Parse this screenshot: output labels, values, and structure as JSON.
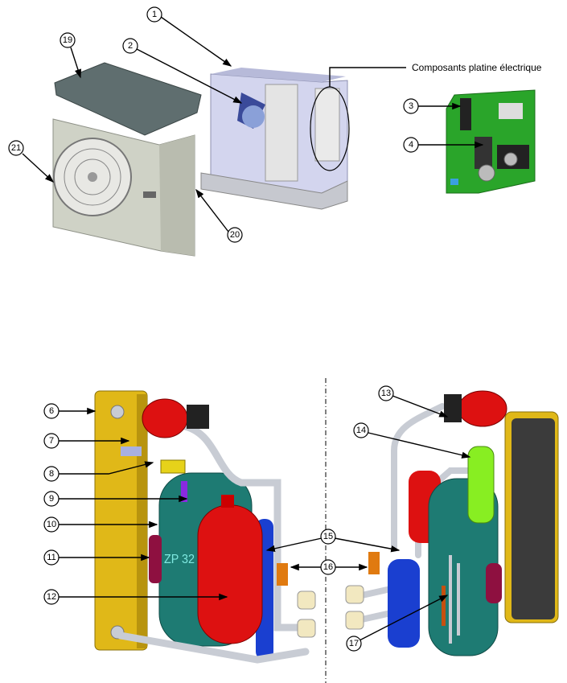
{
  "title": "Composants platine électrique",
  "callouts": {
    "c1": "1",
    "c2": "2",
    "c3": "3",
    "c4": "4",
    "c6": "6",
    "c7": "7",
    "c8": "8",
    "c9": "9",
    "c10": "10",
    "c11": "11",
    "c12": "12",
    "c13": "13",
    "c14": "14",
    "c15": "15",
    "c16": "16",
    "c17": "17",
    "c19": "19",
    "c20": "20",
    "c21": "21"
  },
  "compressor_marking": "ZP 32",
  "colors": {
    "heat_exchanger": "#e0b818",
    "compressor": "#1e7b73",
    "receiver": "#dd1111",
    "accumulator": "#1a3fd0",
    "filter": "#8e1040",
    "pcb": "#2aa52a",
    "pipe": "#c8ccd4",
    "housing": "#c7c9e6",
    "panel": "#b9bcaf"
  }
}
